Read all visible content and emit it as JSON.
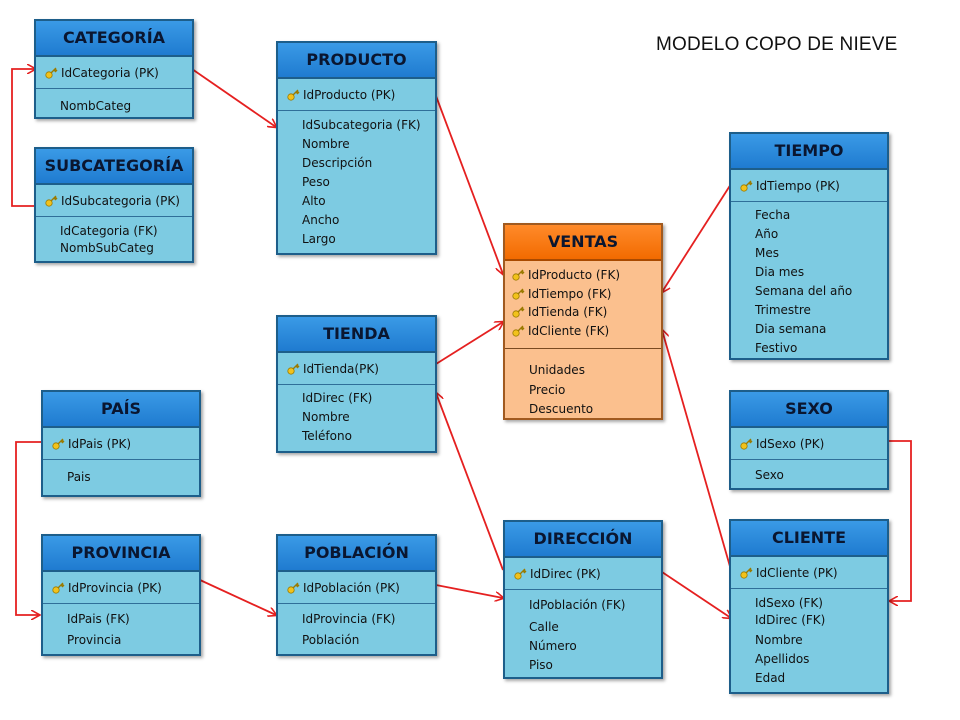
{
  "title": "MODELO COPO DE NIEVE",
  "entities": {
    "categoria": {
      "name": "CATEGORÍA",
      "pk": "IdCategoria (PK)",
      "attrs": [
        "NombCateg"
      ]
    },
    "subcategoria": {
      "name": "SUBCATEGORÍA",
      "pk": "IdSubcategoria (PK)",
      "attrs": [
        "IdCategoria (FK)",
        "NombSubCateg"
      ]
    },
    "producto": {
      "name": "PRODUCTO",
      "pk": "IdProducto (PK)",
      "attrs": [
        "IdSubcategoria (FK)",
        "Nombre",
        "Descripción",
        "Peso",
        "Alto",
        "Ancho",
        "Largo"
      ]
    },
    "ventas": {
      "name": "VENTAS",
      "fks": [
        "IdProducto (FK)",
        "IdTiempo (FK)",
        "IdTienda (FK)",
        "IdCliente (FK)"
      ],
      "attrs": [
        "Unidades",
        "Precio",
        "Descuento"
      ]
    },
    "tiempo": {
      "name": "TIEMPO",
      "pk": "IdTiempo (PK)",
      "attrs": [
        "Fecha",
        "Año",
        "Mes",
        "Dia mes",
        "Semana del año",
        "Trimestre",
        "Dia semana",
        "Festivo"
      ]
    },
    "tienda": {
      "name": "TIENDA",
      "pk": "IdTienda(PK)",
      "attrs": [
        "IdDirec (FK)",
        "Nombre",
        "Teléfono"
      ]
    },
    "pais": {
      "name": "PAÍS",
      "pk": "IdPais (PK)",
      "attrs": [
        "Pais"
      ]
    },
    "sexo": {
      "name": "SEXO",
      "pk": "IdSexo (PK)",
      "attrs": [
        "Sexo"
      ]
    },
    "provincia": {
      "name": "PROVINCIA",
      "pk": "IdProvincia (PK)",
      "attrs": [
        "IdPais (FK)",
        "Provincia"
      ]
    },
    "poblacion": {
      "name": "POBLACIÓN",
      "pk": "IdPoblación (PK)",
      "attrs": [
        "IdProvincia (FK)",
        "Población"
      ]
    },
    "direccion": {
      "name": "DIRECCIÓN",
      "pk": "IdDirec (PK)",
      "attrs": [
        "IdPoblación (FK)",
        "Calle",
        "Número",
        "Piso"
      ]
    },
    "cliente": {
      "name": "CLIENTE",
      "pk": "IdCliente (PK)",
      "attrs": [
        "IdSexo (FK)",
        "IdDirec (FK)",
        "Nombre",
        "Apellidos",
        "Edad"
      ]
    }
  },
  "colors": {
    "header": "#2a8be0",
    "body": "#7dcbe2",
    "fact_header": "#f57410",
    "fact_body": "#fbc08e",
    "link": "#e52020"
  }
}
